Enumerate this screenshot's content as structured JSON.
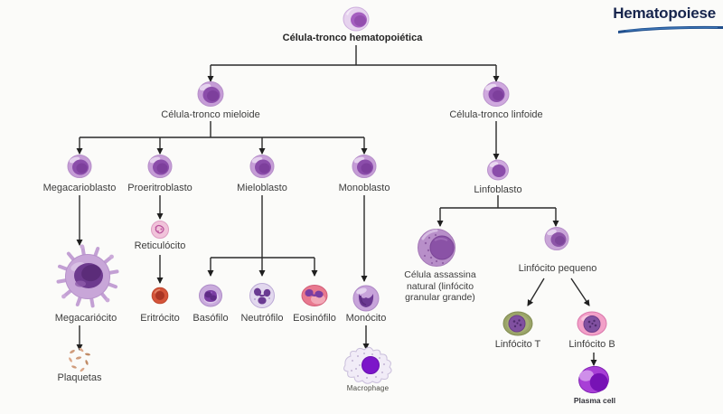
{
  "header": {
    "title": "Hematopoiese",
    "title_color": "#17254d",
    "accent_color": "#1f4e8c"
  },
  "diagram": {
    "root": {
      "label": "Célula-tronco hematopoiética"
    },
    "myeloid_stem": {
      "label": "Célula-tronco mieloide"
    },
    "lymphoid_stem": {
      "label": "Célula-tronco linfoide"
    },
    "megakaryoblast": {
      "label": "Megacarioblasto"
    },
    "proerythroblast": {
      "label": "Proeritroblasto"
    },
    "myeloblast": {
      "label": "Mieloblasto"
    },
    "monoblast": {
      "label": "Monoblasto"
    },
    "lymphoblast": {
      "label": "Linfoblasto"
    },
    "megakaryocyte": {
      "label": "Megacariócito"
    },
    "platelets": {
      "label": "Plaquetas"
    },
    "reticulocyte": {
      "label": "Reticulócito"
    },
    "erythrocyte": {
      "label": "Eritrócito"
    },
    "basophil": {
      "label": "Basófilo"
    },
    "neutrophil": {
      "label": "Neutrófilo"
    },
    "eosinophil": {
      "label": "Eosinófilo"
    },
    "monocyte": {
      "label": "Monócito"
    },
    "macrophage": {
      "label": "Macrophage"
    },
    "natural_killer": {
      "label": "Célula assassina natural (linfócito granular grande)"
    },
    "small_lymphocyte": {
      "label": "Linfócito pequeno"
    },
    "t_lymphocyte": {
      "label": "Linfócito T"
    },
    "b_lymphocyte": {
      "label": "Linfócito B"
    },
    "plasma_cell": {
      "label": "Plasma cell"
    }
  }
}
